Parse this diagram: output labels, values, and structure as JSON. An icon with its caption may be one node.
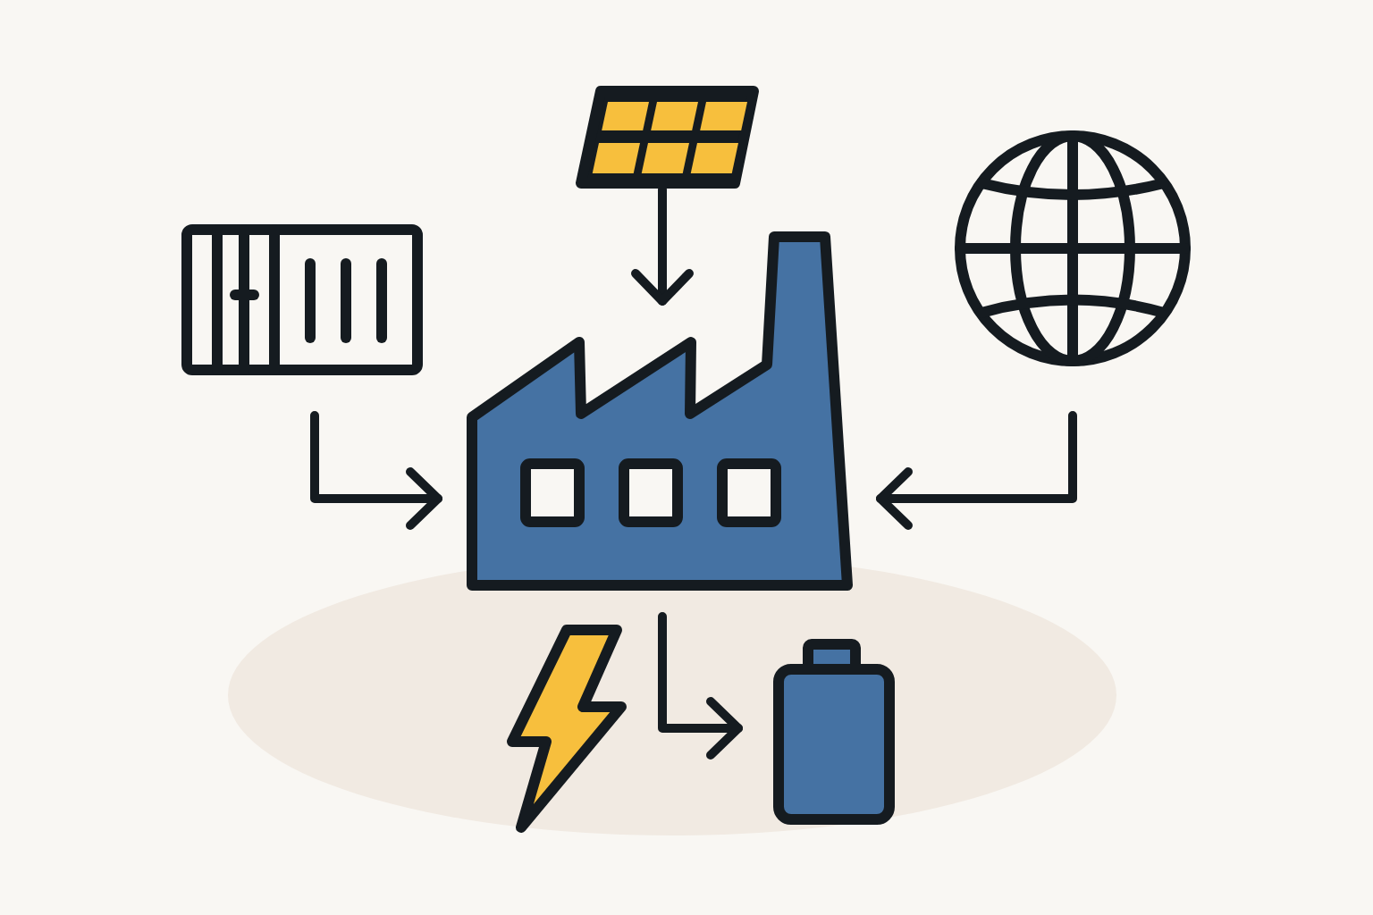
{
  "diagram": {
    "nodes": [
      {
        "text": [],
        "shape": "picture"
      },
      {
        "text": [],
        "shape": "picture"
      },
      {
        "text": [],
        "shape": "picture"
      },
      {
        "text": [],
        "shape": "picture"
      },
      {
        "text": [],
        "shape": "picture"
      },
      {
        "text": [],
        "shape": "battery"
      }
    ],
    "edges": [
      {
        "from": 0,
        "to": 3,
        "arrow": "to"
      },
      {
        "from": 1,
        "to": 3,
        "arrow": "to"
      },
      {
        "from": 2,
        "to": 3,
        "arrow": "to"
      },
      {
        "from": 3,
        "to": 5,
        "arrow": "to"
      }
    ]
  }
}
